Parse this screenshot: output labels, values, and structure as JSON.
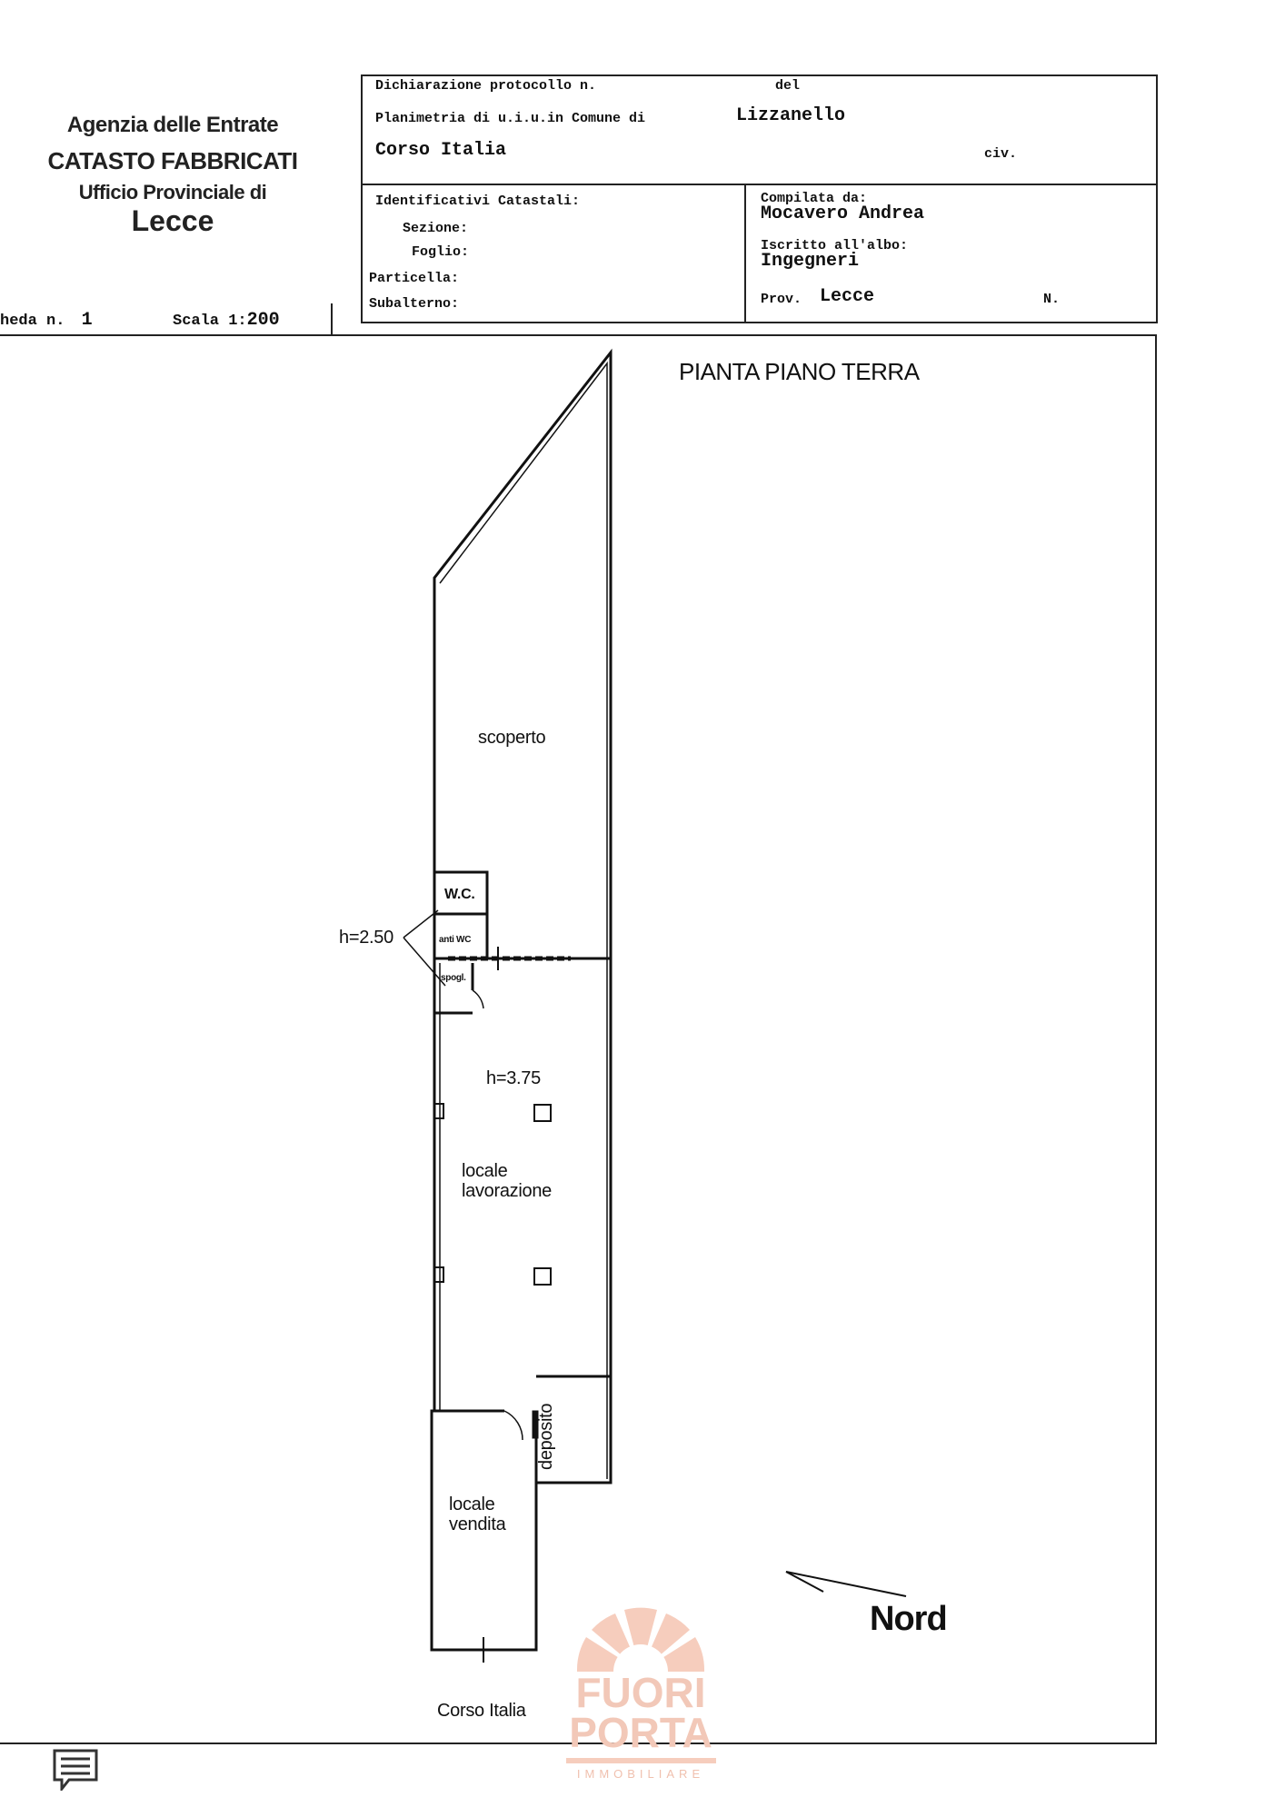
{
  "header": {
    "agency_line1": "Agenzia delle Entrate",
    "agency_line2": "CATASTO FABBRICATI",
    "agency_line3": "Ufficio Provinciale di",
    "agency_line4": "Lecce",
    "scheda_label": "heda n.",
    "scheda_value": "1",
    "scala_label": "Scala 1:",
    "scala_value": "200"
  },
  "form": {
    "dichiarazione_label": "Dichiarazione protocollo n.",
    "del_label": "del",
    "planimetria_label": "Planimetria di u.i.u.in Comune di",
    "comune_value": "Lizzanello",
    "indirizzo_value": "Corso Italia",
    "civ_label": "civ.",
    "identificativi_label": "Identificativi Catastali:",
    "sezione_label": "Sezione:",
    "foglio_label": "Foglio:",
    "particella_label": "Particella:",
    "subalterno_label": "Subalterno:",
    "compilata_label": "Compilata da:",
    "compilata_value": "Mocavero Andrea",
    "iscritto_label": "Iscritto all'albo:",
    "iscritto_value": "Ingegneri",
    "prov_label": "Prov.",
    "prov_value": "Lecce",
    "n_label": "N."
  },
  "plan": {
    "title": "PIANTA PIANO TERRA",
    "rooms": {
      "scoperto": "scoperto",
      "wc": "W.C.",
      "anti_wc": "anti WC",
      "spogl": "spogl.",
      "h_low": "h=2.50",
      "h_high": "h=3.75",
      "locale_lavorazione_1": "locale",
      "locale_lavorazione_2": "lavorazione",
      "deposito": "deposito",
      "locale_vendita_1": "locale",
      "locale_vendita_2": "vendita"
    },
    "street": "Corso Italia",
    "north": "Nord"
  },
  "watermark": {
    "line1": "FUORI",
    "line2": "PORTA",
    "line3": "IMMOBILIARE",
    "color": "#f2b9a7"
  },
  "icons": [
    "document-list-icon"
  ]
}
